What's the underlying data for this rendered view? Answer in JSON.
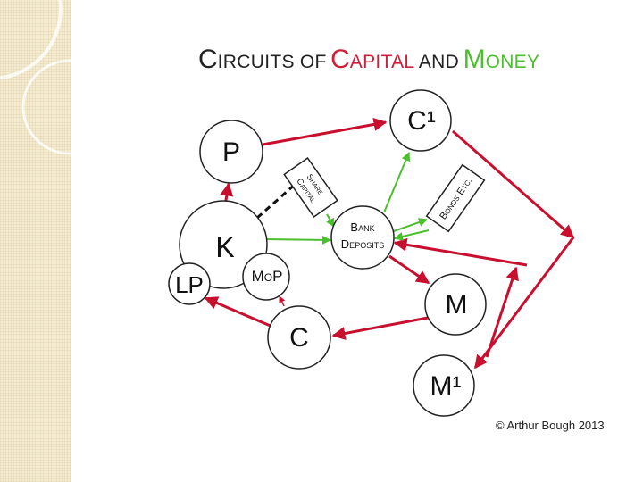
{
  "title": {
    "part1_initial": "C",
    "part1_rest": "IRCUITS OF",
    "part2_initial": "C",
    "part2_rest": "APITAL",
    "part3": "AND",
    "part4_initial": "M",
    "part4_rest": "ONEY"
  },
  "nodes": {
    "p": "P",
    "c1": "C¹",
    "k": "K",
    "lp": "LP",
    "mop_m": "M",
    "mop_o": "O",
    "mop_p": "P",
    "c": "C",
    "m": "M",
    "m1": "M¹",
    "bank_line1": "Bank",
    "bank_line2": "Deposits"
  },
  "boxes": {
    "share_capital_line1": "Share",
    "share_capital_line2": "Capital",
    "bonds": "Bonds Etc."
  },
  "colors": {
    "red_arrow": "#c8102e",
    "green_arrow": "#4cbf2e",
    "dashed": "#111111",
    "title_red": "#cc1f3a",
    "title_green": "#4cbf2e"
  },
  "copyright": "© Arthur Bough 2013"
}
